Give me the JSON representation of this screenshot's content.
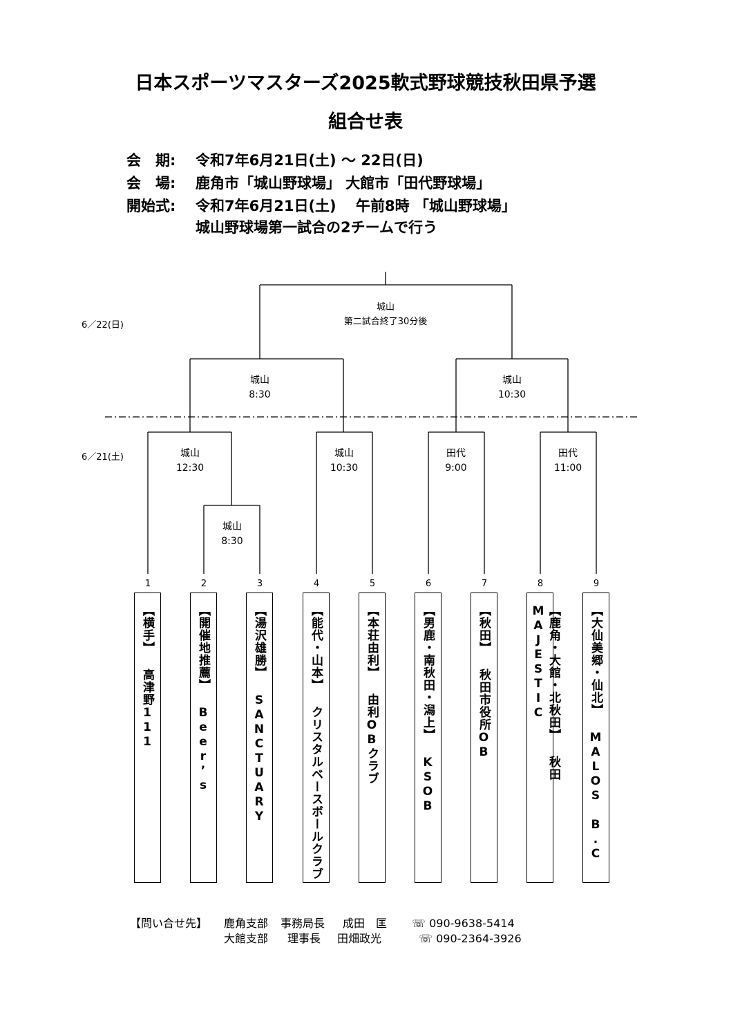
{
  "header": {
    "title": "日本スポーツマスターズ2025軟式野球競技秋田県予選",
    "subtitle": "組合せ表"
  },
  "info": {
    "period_label": "会　期:",
    "period_value": "令和7年6月21日(土) ～ 22日(日)",
    "venue_label": "会　場:",
    "venue_value": "鹿角市「城山野球場」 大館市「田代野球場」",
    "opening_label": "開始式:",
    "opening_value": "令和7年6月21日(土)　 午前8時 「城山野球場」",
    "opening_note": "城山野球場第一試合の2チームで行う"
  },
  "dates": {
    "day2": "6／22(日)",
    "day1": "6／21(土)"
  },
  "matches": {
    "final": {
      "venue": "城山",
      "time": "第二試合終了30分後"
    },
    "semi_left": {
      "venue": "城山",
      "time": "8:30"
    },
    "semi_right": {
      "venue": "城山",
      "time": "10:30"
    },
    "r1_a": {
      "venue": "城山",
      "time": "12:30"
    },
    "r1_b": {
      "venue": "城山",
      "time": "10:30"
    },
    "r1_c": {
      "venue": "田代",
      "time": "9:00"
    },
    "r1_d": {
      "venue": "田代",
      "time": "11:00"
    },
    "pre": {
      "venue": "城山",
      "time": "8:30"
    }
  },
  "teams": [
    {
      "num": "1",
      "name": "【横手】 高津野111"
    },
    {
      "num": "2",
      "name": "【開催地推薦】 Beer’s"
    },
    {
      "num": "3",
      "name": "【湯沢雄勝】 SANCTUARY"
    },
    {
      "num": "4",
      "name": "【能代・山本】 クリスタルベースボールクラブ"
    },
    {
      "num": "5",
      "name": "【本荘由利】 由利OBクラブ"
    },
    {
      "num": "6",
      "name": "【男鹿・南秋田・潟上】 KSOB"
    },
    {
      "num": "7",
      "name": "【秋田】 秋田市役所OB"
    },
    {
      "num": "8",
      "name": "【鹿角・大館・北秋田】 秋田MAJESTIC"
    },
    {
      "num": "9",
      "name": "【大仙美郷・仙北】 MALOS B.C"
    }
  ],
  "contact": {
    "label": "【問い合せ先】",
    "row1_branch": "鹿角支部",
    "row1_role": "事務局長",
    "row1_name": "成田　匡",
    "row1_phone": "☏ 090-9638-5414",
    "row2_branch": "大館支部",
    "row2_role": "理事長",
    "row2_name": "田畑政光",
    "row2_phone": "☏ 090-2364-3926"
  }
}
